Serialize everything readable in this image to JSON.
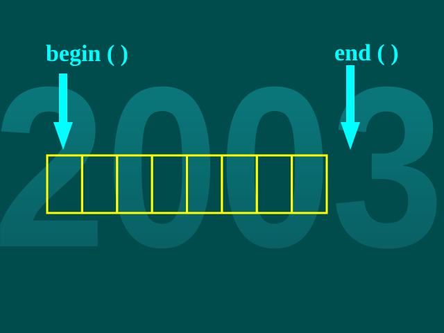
{
  "watermark": {
    "text": "2003",
    "color": "#0e8a8f"
  },
  "labels": {
    "begin": "begin ( )",
    "end": "end ( )"
  },
  "colors": {
    "background": "#004c4c",
    "arrow": "#00ffff",
    "cells": "#ffff00"
  },
  "array": {
    "cell_count": 8
  },
  "icons": {
    "begin_arrow": "arrow-down-icon",
    "end_arrow": "arrow-down-icon"
  }
}
